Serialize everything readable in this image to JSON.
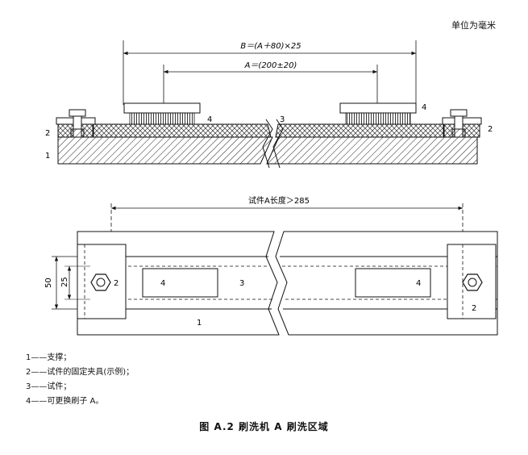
{
  "unit_note": "单位为毫米",
  "side_view": {
    "dim_B": "B＝(A＋80)×25",
    "dim_A": "A＝(200±20)",
    "labels": [
      "1",
      "2",
      "2",
      "3",
      "4",
      "4"
    ]
  },
  "top_view": {
    "dim_length": "试件A长度＞285",
    "dim_50": "50",
    "dim_25": "25",
    "labels": [
      "1",
      "2",
      "2",
      "3",
      "4",
      "4"
    ]
  },
  "legend": [
    "1——支撑；",
    "2——试件的固定夹具(示例)；",
    "3——试件；",
    "4——可更换刷子 A。"
  ],
  "caption": "图 A.2   刷洗机 A 刷洗区域"
}
